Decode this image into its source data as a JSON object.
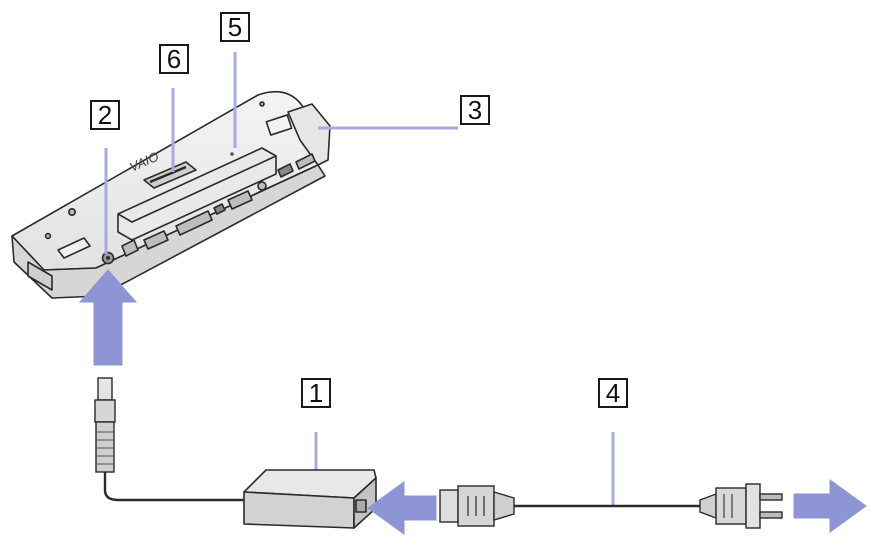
{
  "callouts": {
    "c1": "1",
    "c2": "2",
    "c3": "3",
    "c4": "4",
    "c5": "5",
    "c6": "6"
  },
  "device": {
    "logo_text": "VAIO"
  },
  "colors": {
    "arrow": "#8e95d4",
    "leader": "#a6abe0",
    "outline": "#2a2a2a",
    "body_fill": "#ececec",
    "shade_fill": "#d4d4d4"
  },
  "icons": [
    "arrow-up-icon",
    "arrow-left-icon",
    "arrow-right-icon"
  ]
}
